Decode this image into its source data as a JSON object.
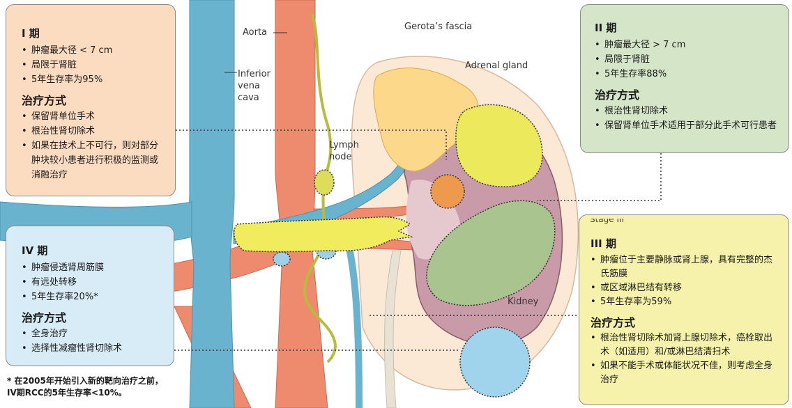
{
  "labels": {
    "aorta": "Aorta",
    "ivc": "Inferior vena cava",
    "gerota": "Gerota’s fascia",
    "adrenal": "Adrenal gland",
    "lymph": "Lymph node",
    "kidney": "Kidney",
    "stage3_overlap": "Stage III"
  },
  "stage1": {
    "title": "I 期",
    "items": [
      "肿瘤最大径 < 7 cm",
      "局限于肾脏",
      "5年生存率为95%"
    ],
    "treatment_title": "治疗方式",
    "treatments": [
      "保留肾单位手术",
      "根治性肾切除术",
      "如果在技术上不可行，则对部分肿块较小患者进行积极的监测或消融治疗"
    ]
  },
  "stage2": {
    "title": "II 期",
    "items": [
      "肿瘤最大径 > 7 cm",
      "局限于肾脏",
      "5年生存率88%"
    ],
    "treatment_title": "治疗方式",
    "treatments": [
      "根治性肾切除术",
      "保留肾单位手术适用于部分此手术可行患者"
    ]
  },
  "stage3": {
    "title": "III 期",
    "items": [
      "肿瘤位于主要静脉或肾上腺，具有完整的杰氏筋膜",
      "或区域淋巴结有转移",
      "5年生存率为59%"
    ],
    "treatment_title": "治疗方式",
    "treatments": [
      "根治性肾切除术加肾上腺切除术，癌栓取出术（如适用）和/或淋巴结清扫术",
      "如果不能手术或体能状况不佳，则考虑全身治疗"
    ]
  },
  "stage4": {
    "title": "IV 期",
    "items": [
      "肿瘤侵透肾周筋膜",
      "有远处转移",
      "5年生存率20%*"
    ],
    "treatment_title": "治疗方式",
    "treatments": [
      "全身治疗",
      "选择性减瘤性肾切除术"
    ]
  },
  "footnote": [
    "* 在2005年开始引入新的靶向治疗之前，",
    "IV期RCC的5年生存率<10%。"
  ],
  "colors": {
    "stage1": "#fbdcc1",
    "stage2": "#d5e5c8",
    "stage3": "#f6f2ab",
    "stage4": "#d8ecf7",
    "aorta": "#ee8a6e",
    "vena_cava": "#6ab3cf",
    "kidney": "#c99aa8",
    "adrenal": "#fbd88a",
    "lymph": "#c7c94a"
  }
}
